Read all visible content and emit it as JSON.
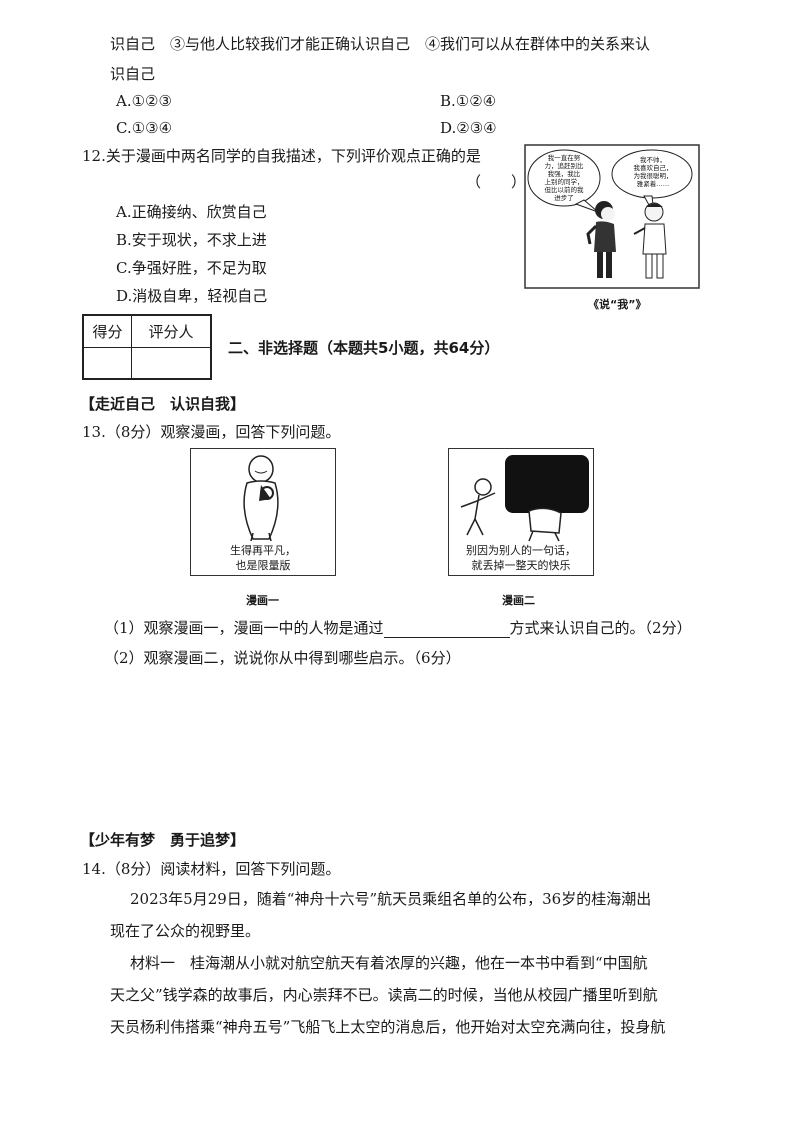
{
  "q11": {
    "line1": "识自己　③与他人比较我们才能正确认识自己　④我们可以从在群体中的关系来认",
    "line2": "识自己",
    "options": {
      "a": "A.①②③",
      "b": "B.①②④",
      "c": "C.①③④",
      "d": "D.②③④"
    }
  },
  "q12": {
    "stem": "12.关于漫画中两名同学的自我描述，下列评价观点正确的是",
    "paren": "（　　）",
    "options": {
      "a": "A.正确接纳、欣赏自己",
      "b": "B.安于现状，不求上进",
      "c": "C.争强好胜，不足为取",
      "d": "D.消极自卑，轻视自己"
    },
    "cartoon": {
      "bubble_left": [
        "我一直在努",
        "力，追赶别比",
        "我强，我比",
        "上别的同学，",
        "但比以前的我",
        "进步了"
      ],
      "bubble_right": [
        "我不帅，",
        "我喜欢自己，",
        "为我很聪明，",
        "雅紧着……"
      ],
      "title": "《说“我”》"
    }
  },
  "score_table": {
    "col1": "得分",
    "col2": "评分人"
  },
  "section2": {
    "title": "二、非选择题（本题共5小题，共64分）"
  },
  "part1": {
    "title": "【走近自己　认识自我】"
  },
  "q13": {
    "stem": "13.（8分）观察漫画，回答下列问题。",
    "comic1": {
      "caption_line1": "生得再平凡，",
      "caption_line2": "也是限量版",
      "title": "漫画一"
    },
    "comic2": {
      "caption_line1": "别因为别人的一句话，",
      "caption_line2": "就丢掉一整天的快乐",
      "title": "漫画二"
    },
    "sub1_before": "（1）观察漫画一，漫画一中的人物是通过",
    "sub1_after": "方式来认识自己的。（2分）",
    "sub2": "（2）观察漫画二，说说你从中得到哪些启示。（6分）"
  },
  "part2": {
    "title": "【少年有梦　勇于追梦】"
  },
  "q14": {
    "stem": "14.（8分）阅读材料，回答下列问题。",
    "para1_line1": "2023年5月29日，随着“神舟十六号”航天员乘组名单的公布，36岁的桂海潮出",
    "para1_line2": "现在了公众的视野里。",
    "para2_line1": "材料一　桂海潮从小就对航空航天有着浓厚的兴趣，他在一本书中看到“中国航",
    "para2_line2": "天之父”钱学森的故事后，内心崇拜不已。读高二的时候，当他从校园广播里听到航",
    "para2_line3": "天员杨利伟搭乘“神舟五号”飞船飞上太空的消息后，他开始对太空充满向往，投身航"
  }
}
